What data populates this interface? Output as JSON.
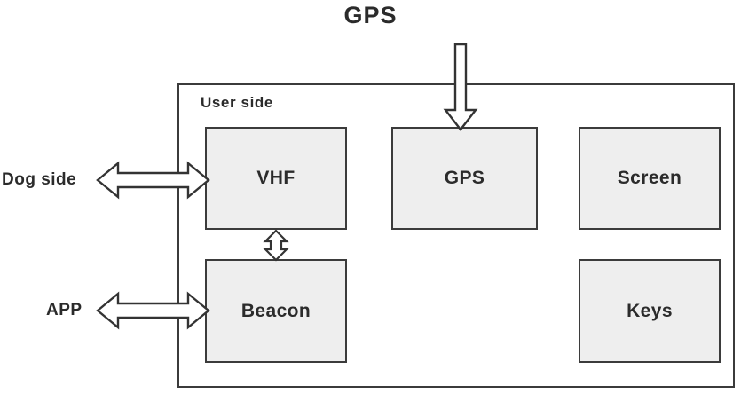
{
  "diagram": {
    "title_label": "GPS",
    "container": {
      "label": "User side"
    },
    "external_labels": [
      {
        "name": "gps-source",
        "text": "GPS"
      },
      {
        "name": "dog-side",
        "text": "Dog side"
      },
      {
        "name": "app",
        "text": "APP"
      }
    ],
    "boxes": [
      {
        "id": "vhf",
        "label": "VHF",
        "fill": "#eeeeee",
        "border": "#3b3b3b"
      },
      {
        "id": "gps",
        "label": "GPS",
        "fill": "#eeeeee",
        "border": "#3b3b3b"
      },
      {
        "id": "screen",
        "label": "Screen",
        "fill": "#eeeeee",
        "border": "#3b3b3b"
      },
      {
        "id": "beacon",
        "label": "Beacon",
        "fill": "#eeeeee",
        "border": "#3b3b3b"
      },
      {
        "id": "keys",
        "label": "Keys",
        "fill": "#eeeeee",
        "border": "#3b3b3b"
      }
    ],
    "connectors": [
      {
        "name": "gps-downlink-arrow",
        "from": "GPS",
        "to": "GPS",
        "direction": "down",
        "style": "block-arrow"
      },
      {
        "name": "dog-side-arrow",
        "from": "Dog side",
        "to": "VHF",
        "direction": "bidirectional-horizontal",
        "style": "block-arrow"
      },
      {
        "name": "app-arrow",
        "from": "APP",
        "to": "Beacon",
        "direction": "bidirectional-horizontal",
        "style": "block-arrow"
      },
      {
        "name": "vhf-beacon-arrow",
        "from": "VHF",
        "to": "Beacon",
        "direction": "bidirectional-vertical",
        "style": "block-arrow"
      }
    ],
    "colors": {
      "box_fill": "#eeeeee",
      "line": "#333333",
      "text": "#2b2b2b",
      "background": "#ffffff"
    }
  }
}
